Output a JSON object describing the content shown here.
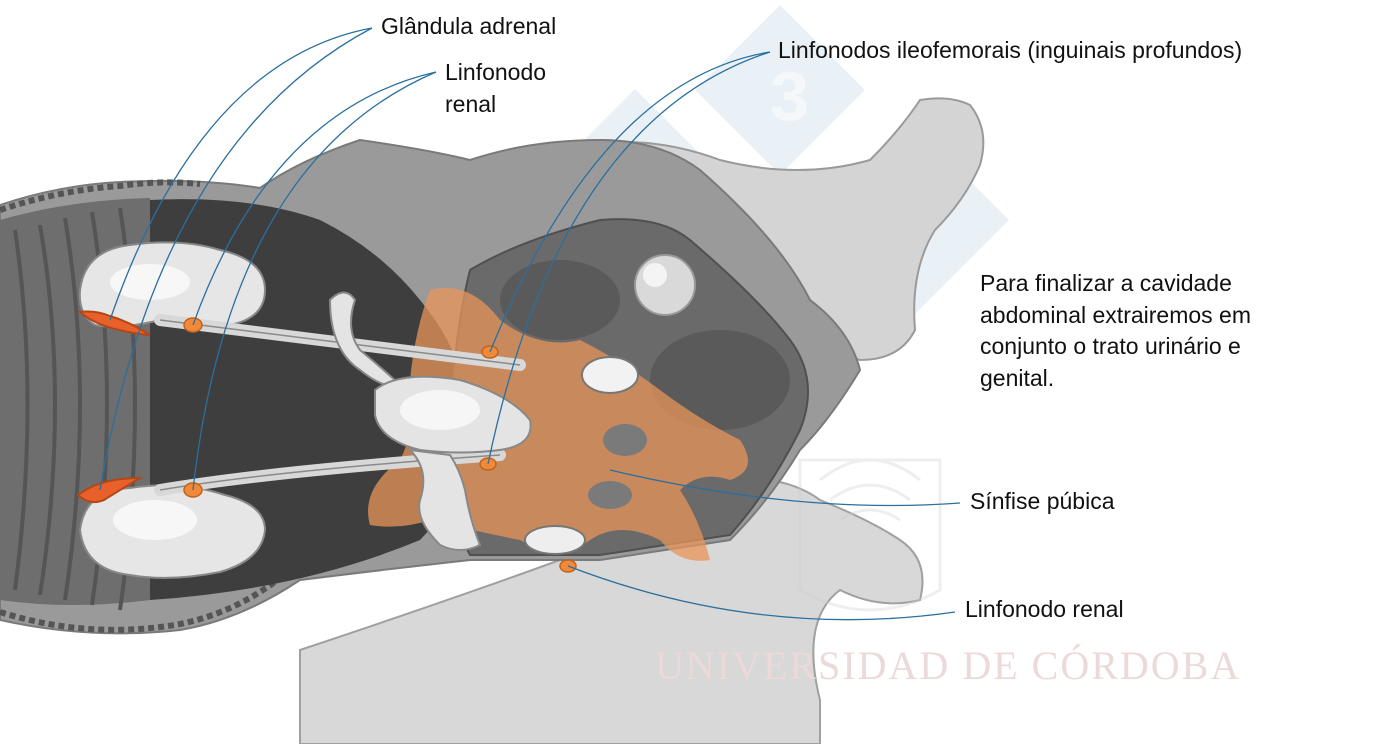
{
  "colors": {
    "leader_line": "#2a6f9e",
    "node_orange": "#f08a3a",
    "pelvis_orange": "#e8955a",
    "body_dark": "#4a4a4a",
    "body_mid": "#8c8c8c",
    "body_light": "#cfcfcf",
    "watermark_blue": "#d8e4f0"
  },
  "labels": {
    "adrenal": "Glândula adrenal",
    "renal_node_top_line1": "Linfonodo",
    "renal_node_top_line2": "renal",
    "ileofemoral": "Linfonodos ileofemorais (inguinais profundos)",
    "symphysis": "Sínfise púbica",
    "renal_node_bottom": "Linfonodo renal"
  },
  "description_lines": [
    "Para finalizar a cavidade",
    "abdominal extrairemos em",
    "conjunto o trato urinário e",
    "genital."
  ],
  "watermark": {
    "university": "UNIVERSIDAD DE CÓRDOBA",
    "logo_digit": "3"
  }
}
